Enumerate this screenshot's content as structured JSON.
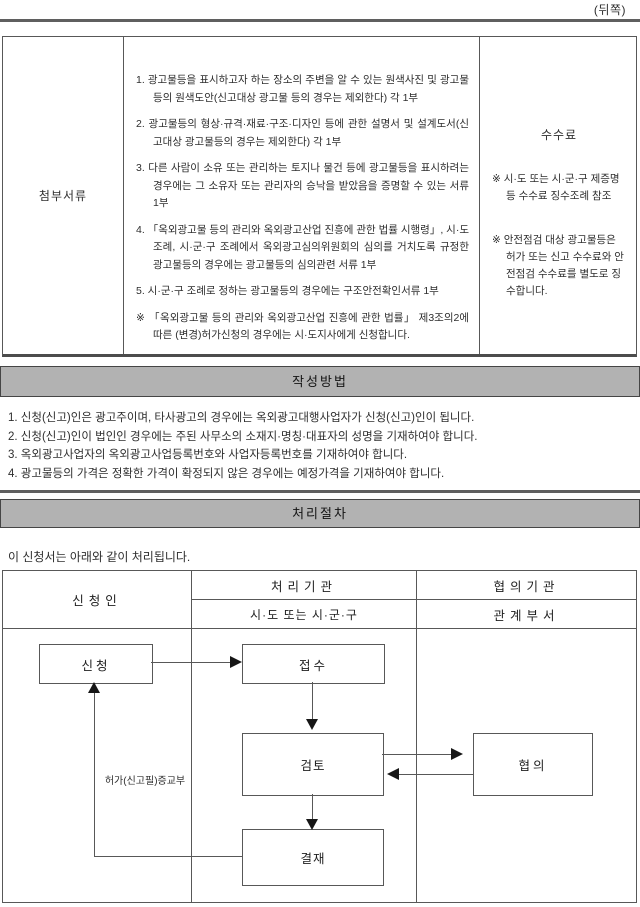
{
  "page": {
    "side_label": "(뒤쪽)"
  },
  "colors": {
    "section_bar_fill": "#b2b2b2",
    "section_bar_border": "#454545",
    "table_border": "#585858",
    "rule": "#5f5f5f",
    "text": "#2e2e2e"
  },
  "attachments": {
    "row_header": "첨부서류",
    "items": [
      "1. 광고물등을 표시하고자 하는 장소의 주변을 알 수 있는 원색사진 및 광고물등의 원색도안(신고대상 광고물 등의 경우는 제외한다) 각 1부",
      "2. 광고물등의 형상·규격·재료·구조·디자인 등에 관한 설명서 및 설계도서(신고대상 광고물등의 경우는 제외한다) 각 1부",
      "3. 다른 사람이 소유 또는 관리하는 토지나 물건 등에 광고물등을 표시하려는 경우에는 그 소유자 또는 관리자의 승낙을 받았음을 증명할 수 있는 서류 1부",
      "4. 「옥외광고물 등의 관리와 옥외광고산업 진흥에 관한 법률 시행령」, 시·도 조례, 시·군·구 조례에서 옥외광고심의위원회의 심의를 거치도록 규정한 광고물등의 경우에는 광고물등의 심의관련 서류 1부",
      "5. 시·군·구 조례로 정하는 광고물등의 경우에는 구조안전확인서류 1부",
      "※ 「옥외광고물 등의 관리와 옥외광고산업 진흥에 관한 법률」 제3조의2에 따른 (변경)허가신청의 경우에는 시·도지사에게 신청합니다."
    ],
    "fee_header": "수수료",
    "fee_notes": [
      "※ 시·도 또는 시·군·구 제증명 등 수수료 징수조례 참조",
      "※ 안전점검 대상 광고물등은 허가 또는 신고 수수료와 안전점검 수수료를 별도로 징수합니다."
    ]
  },
  "instructions": {
    "title": "작성방법",
    "items": [
      "1. 신청(신고)인은 광고주이며, 타사광고의 경우에는 옥외광고대행사업자가 신청(신고)인이 됩니다.",
      "2. 신청(신고)인이 법인인 경우에는 주된 사무소의 소재지·명칭·대표자의 성명을 기재하여야 합니다.",
      "3. 옥외광고사업자의 옥외광고사업등록번호와 사업자등록번호를 기재하여야 합니다.",
      "4. 광고물등의 가격은 정확한 가격이 확정되지 않은 경우에는 예정가격을 기재하여야 합니다."
    ]
  },
  "procedure": {
    "title": "처리절차",
    "intro": "이 신청서는 아래와 같이 처리됩니다.",
    "columns": {
      "applicant": "신청인",
      "processing_agency": "처리기관",
      "processing_agency_sub": "시·도 또는 시·군·구",
      "consult_agency": "협의기관",
      "consult_agency_sub": "관계부서"
    },
    "nodes": {
      "apply": "신청",
      "receive": "접수",
      "review": "검토",
      "approve": "결재",
      "consult": "협의"
    },
    "return_label": "허가(신고필)증교부"
  }
}
